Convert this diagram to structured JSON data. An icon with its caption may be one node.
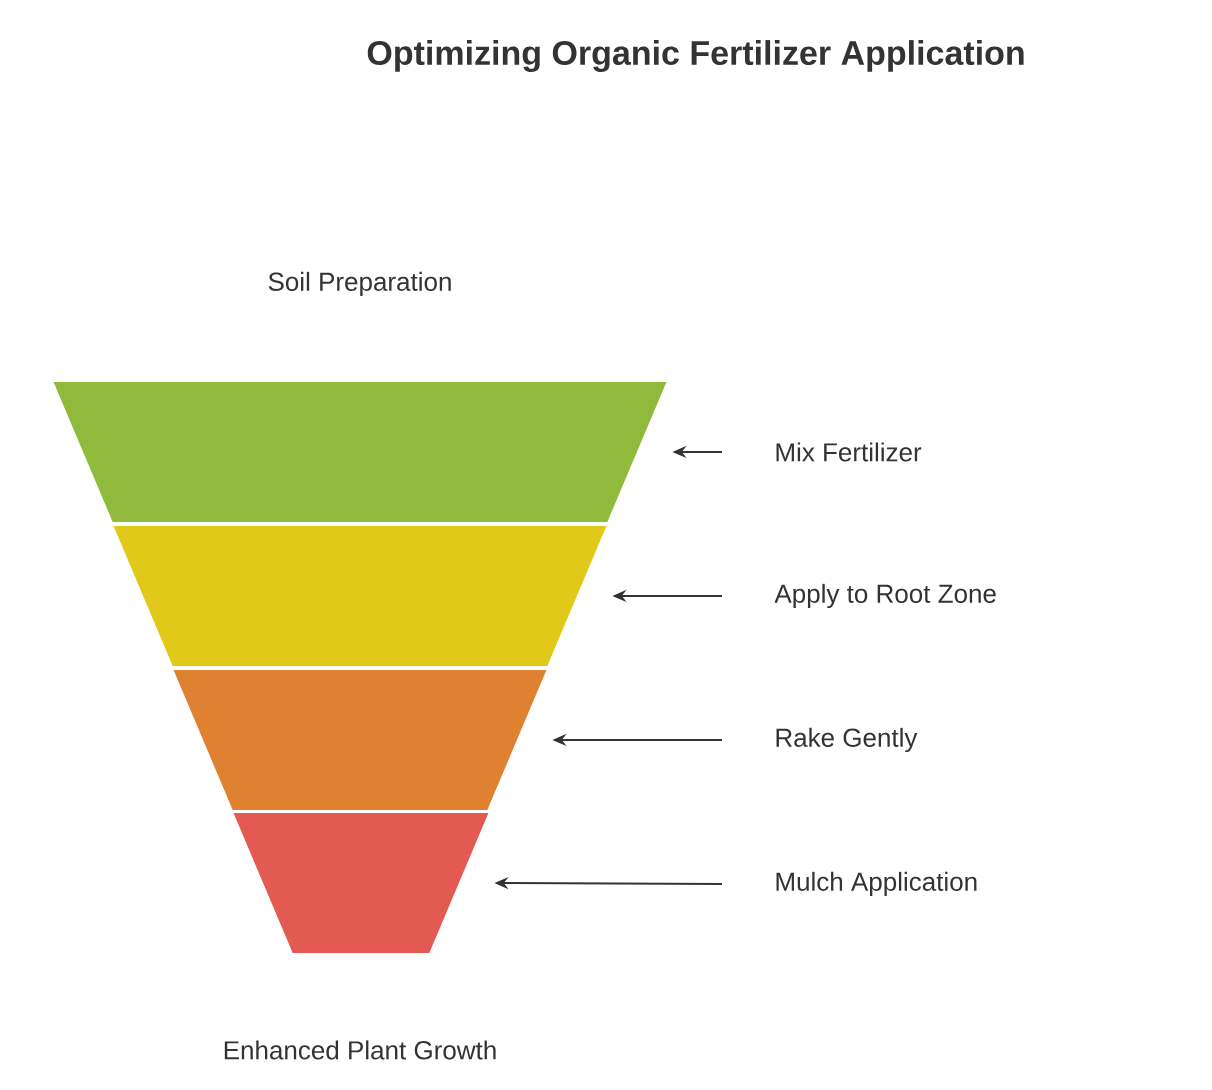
{
  "diagram": {
    "title": "Optimizing Organic Fertilizer Application",
    "nodes": [
      {
        "text": [],
        "shape": "trapezoid"
      },
      {
        "text": [],
        "shape": "trapezoid"
      },
      {
        "text": [],
        "shape": "trapezoid"
      },
      {
        "text": [],
        "shape": "trapezoid"
      },
      {
        "text": [
          "Mix Fertilizer"
        ]
      },
      {
        "text": [
          "Apply to Root Zone"
        ]
      },
      {
        "text": [
          "Rake Gently"
        ]
      },
      {
        "text": [
          "Mulch Application"
        ]
      }
    ],
    "edges": [
      {
        "from": 4,
        "to": 0,
        "arrow": "to"
      },
      {
        "from": 5,
        "to": 1,
        "arrow": "to"
      },
      {
        "from": 6,
        "to": 2,
        "arrow": "to"
      },
      {
        "from": 7,
        "to": 3,
        "arrow": "to"
      }
    ],
    "labels": [
      "Soil Preparation",
      "Enhanced Plant Growth"
    ]
  }
}
